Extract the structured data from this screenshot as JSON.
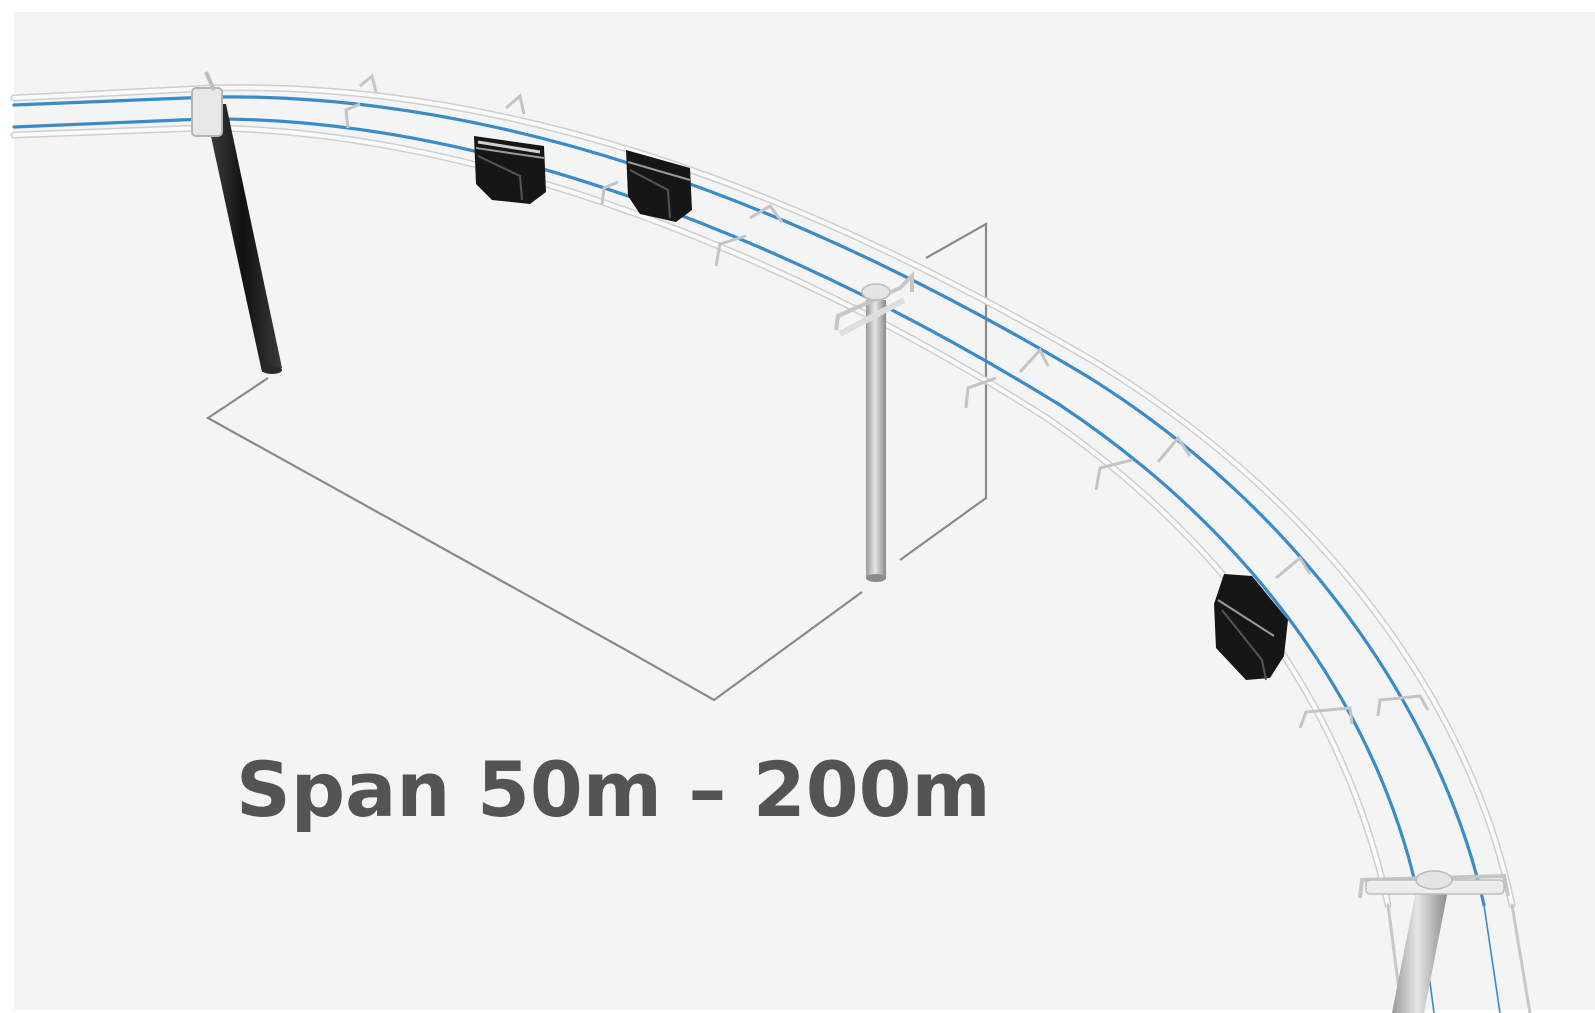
{
  "caption": "Span 50m – 200m",
  "colors": {
    "background": "#f4f4f4",
    "rail_outer": "#dcdcdc",
    "cable": "#3a8cc8",
    "pillar": "#222222",
    "gondola": "#161616",
    "text": "#545454"
  },
  "icons": [
    "pillar",
    "gondola",
    "rail",
    "cable",
    "span-marker"
  ]
}
